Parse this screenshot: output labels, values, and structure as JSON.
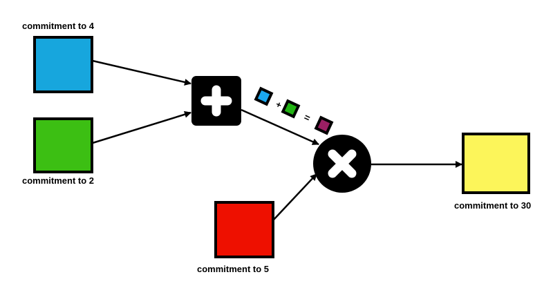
{
  "labels": {
    "blue": "commitment to 4",
    "green": "commitment to 2",
    "red": "commitment to 5",
    "yellow": "commitment to 30"
  },
  "equation": {
    "plus": "+",
    "equals": "="
  },
  "colors": {
    "blue": "#17a6dd",
    "green": "#3cbf13",
    "red": "#ee1000",
    "yellow": "#fcf55a",
    "purple": "#9b1f63",
    "small_blue": "#1aa8f0",
    "small_green": "#22b414"
  }
}
